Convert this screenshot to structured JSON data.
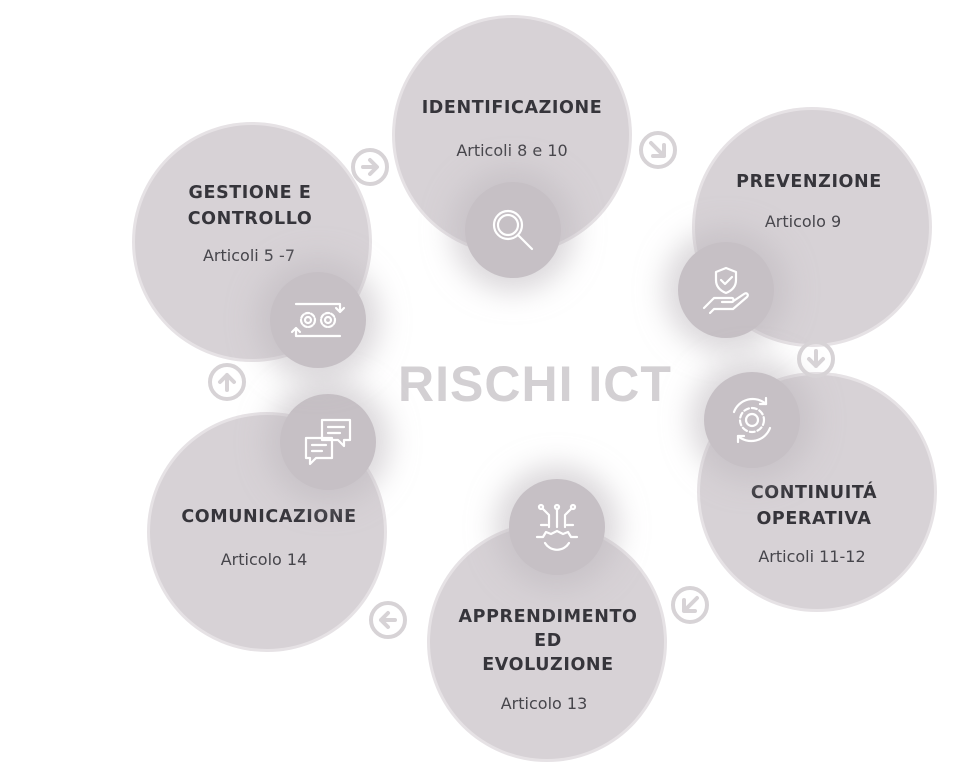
{
  "center_title": "RISCHI ICT",
  "stages": [
    {
      "title_lines": [
        "IDENTIFICAZIONE"
      ],
      "subtitle": "Articoli 8 e 10",
      "icon": "magnifier-icon"
    },
    {
      "title_lines": [
        "PREVENZIONE"
      ],
      "subtitle": "Articolo 9",
      "icon": "shield-hand-icon"
    },
    {
      "title_lines": [
        "CONTINUITÁ",
        "OPERATIVA"
      ],
      "subtitle": "Articoli 11-12",
      "icon": "gear-refresh-icon"
    },
    {
      "title_lines": [
        "APPRENDIMENTO",
        "ED",
        "EVOLUZIONE"
      ],
      "subtitle": "Articolo 13",
      "icon": "circuit-gear-icon"
    },
    {
      "title_lines": [
        "COMUNICAZIONE"
      ],
      "subtitle": "Articolo 14",
      "icon": "chat-bubbles-icon"
    },
    {
      "title_lines": [
        "GESTIONE E",
        "CONTROLLO"
      ],
      "subtitle": "Articoli 5 -7",
      "icon": "gears-cycle-icon"
    }
  ],
  "colors": {
    "blob": "#d7d2d6",
    "icon_bg": "#c6c0c5",
    "text": "#36353b",
    "center_text": "#d3d0d3"
  }
}
